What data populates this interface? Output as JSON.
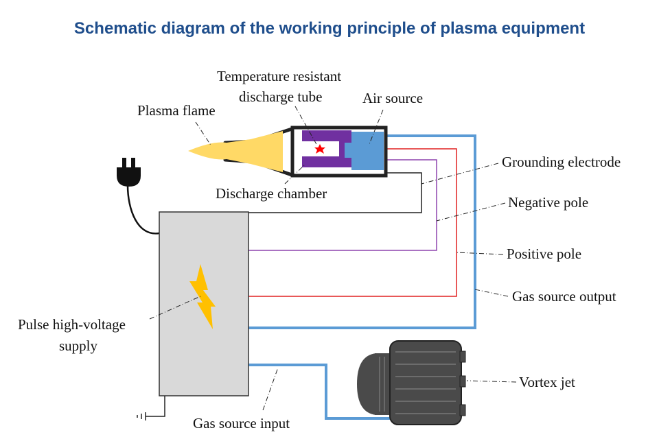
{
  "title": "Schematic diagram of the working principle of plasma equipment",
  "labels": {
    "temp_tube_line1": "Temperature resistant",
    "temp_tube_line2": "discharge tube",
    "air_source": "Air source",
    "plasma_flame": "Plasma flame",
    "discharge_chamber": "Discharge chamber",
    "grounding_electrode": "Grounding electrode",
    "negative_pole": "Negative pole",
    "positive_pole": "Positive pole",
    "gas_source_output": "Gas source output",
    "supply_line1": "Pulse high-voltage",
    "supply_line2": "supply",
    "vortex_jet": "Vortex jet",
    "gas_source_input": "Gas source input"
  },
  "colors": {
    "title": "#1f4e8c",
    "gas_pipe": "#5b9bd5",
    "positive_wire": "#e02020",
    "negative_wire": "#8e44ad",
    "ground_wire": "#222222",
    "electrode": "#7030a0",
    "air_source": "#5b9bd5",
    "flame": "#ffd966",
    "supply_box": "#d9d9d9",
    "lightning": "#ffc000",
    "spark": "#ff0000",
    "vortex_body": "#4a4a4a"
  }
}
